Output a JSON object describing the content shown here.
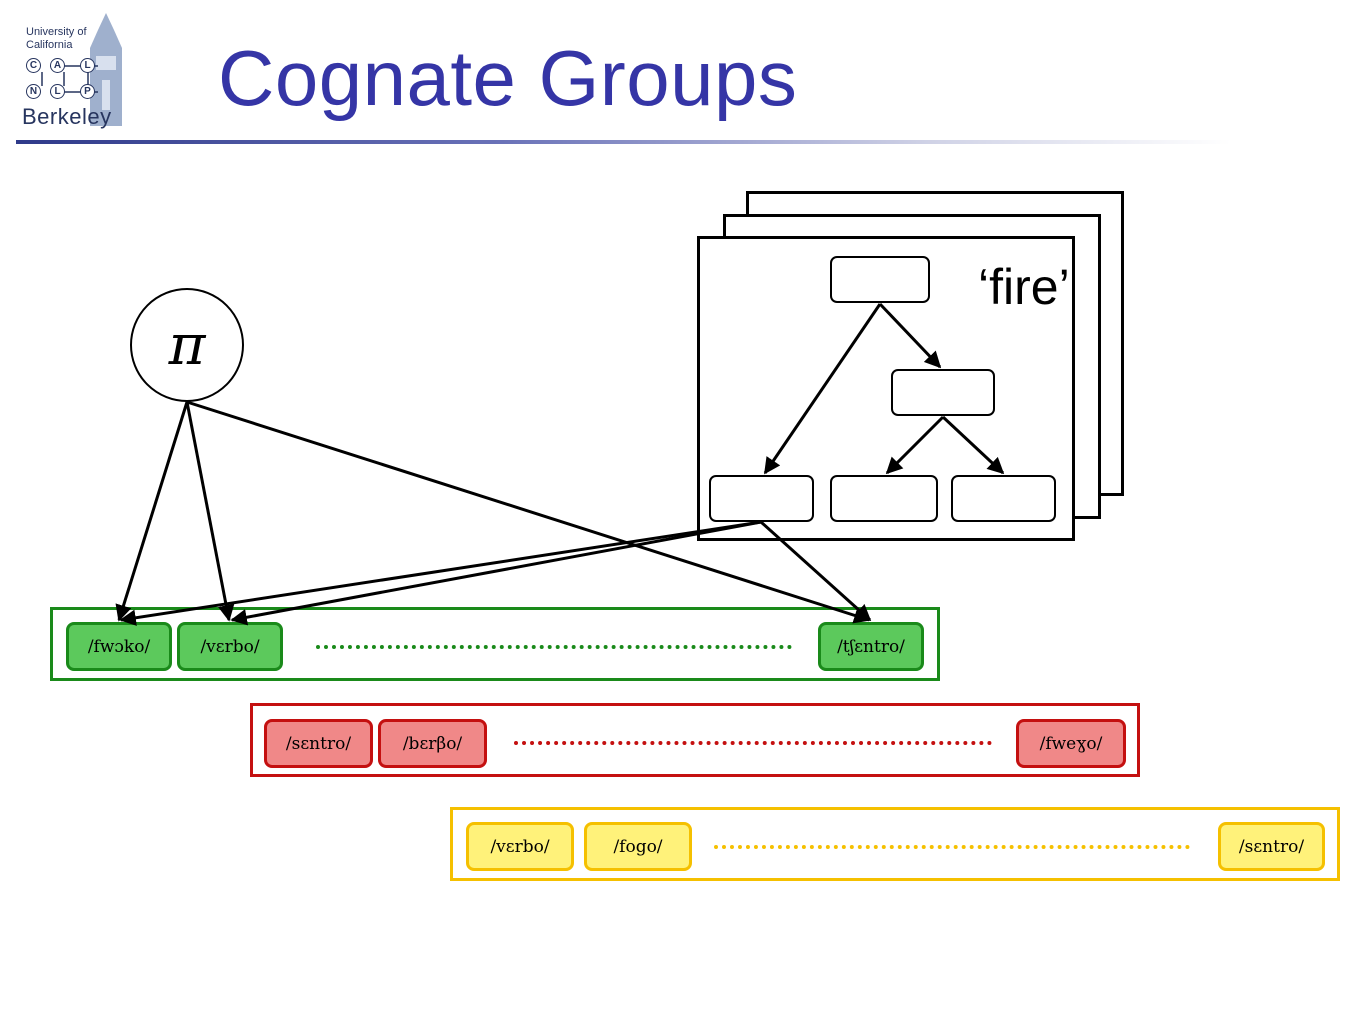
{
  "header": {
    "title": "Cognate Groups",
    "logo": {
      "university_line1": "University of",
      "university_line2": "California",
      "berkeley": "Berkeley",
      "nodes": [
        "C",
        "A",
        "L",
        "N",
        "L",
        "P"
      ]
    }
  },
  "diagram": {
    "pi_symbol": "π",
    "meaning_label": "‘fire’",
    "colors": {
      "green_border": "#1a8a1a",
      "green_fill": "#5cc95c",
      "red_border": "#c41010",
      "red_fill": "#f08888",
      "yellow_border": "#f5c000",
      "yellow_fill": "#fff27a"
    },
    "groups": [
      {
        "id": "green",
        "words": [
          "/fwɔko/",
          "/vɛrbo/",
          "/tʃɛntro/"
        ]
      },
      {
        "id": "red",
        "words": [
          "/sɛntro/",
          "/bɛrβo/",
          "/fweɣo/"
        ]
      },
      {
        "id": "yellow",
        "words": [
          "/vɛrbo/",
          "/fogo/",
          "/sɛntro/"
        ]
      }
    ]
  }
}
